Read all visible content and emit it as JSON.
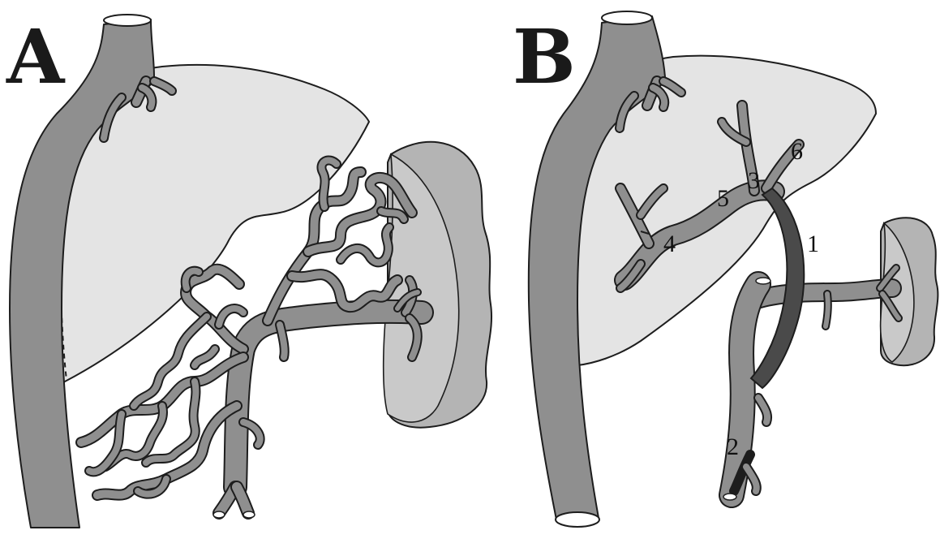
{
  "panels": [
    {
      "letter": "A"
    },
    {
      "letter": "B"
    }
  ],
  "labels": {
    "l1": "1",
    "l2": "2",
    "l3": "3",
    "l4": "4",
    "l5": "5",
    "l6": "6"
  },
  "colors": {
    "vessel": "#8f8f8f",
    "liver": "#e4e4e4",
    "spleen": "#b4b4b4",
    "shunt": "#4a4a4a",
    "outline": "#1d1d1d"
  }
}
